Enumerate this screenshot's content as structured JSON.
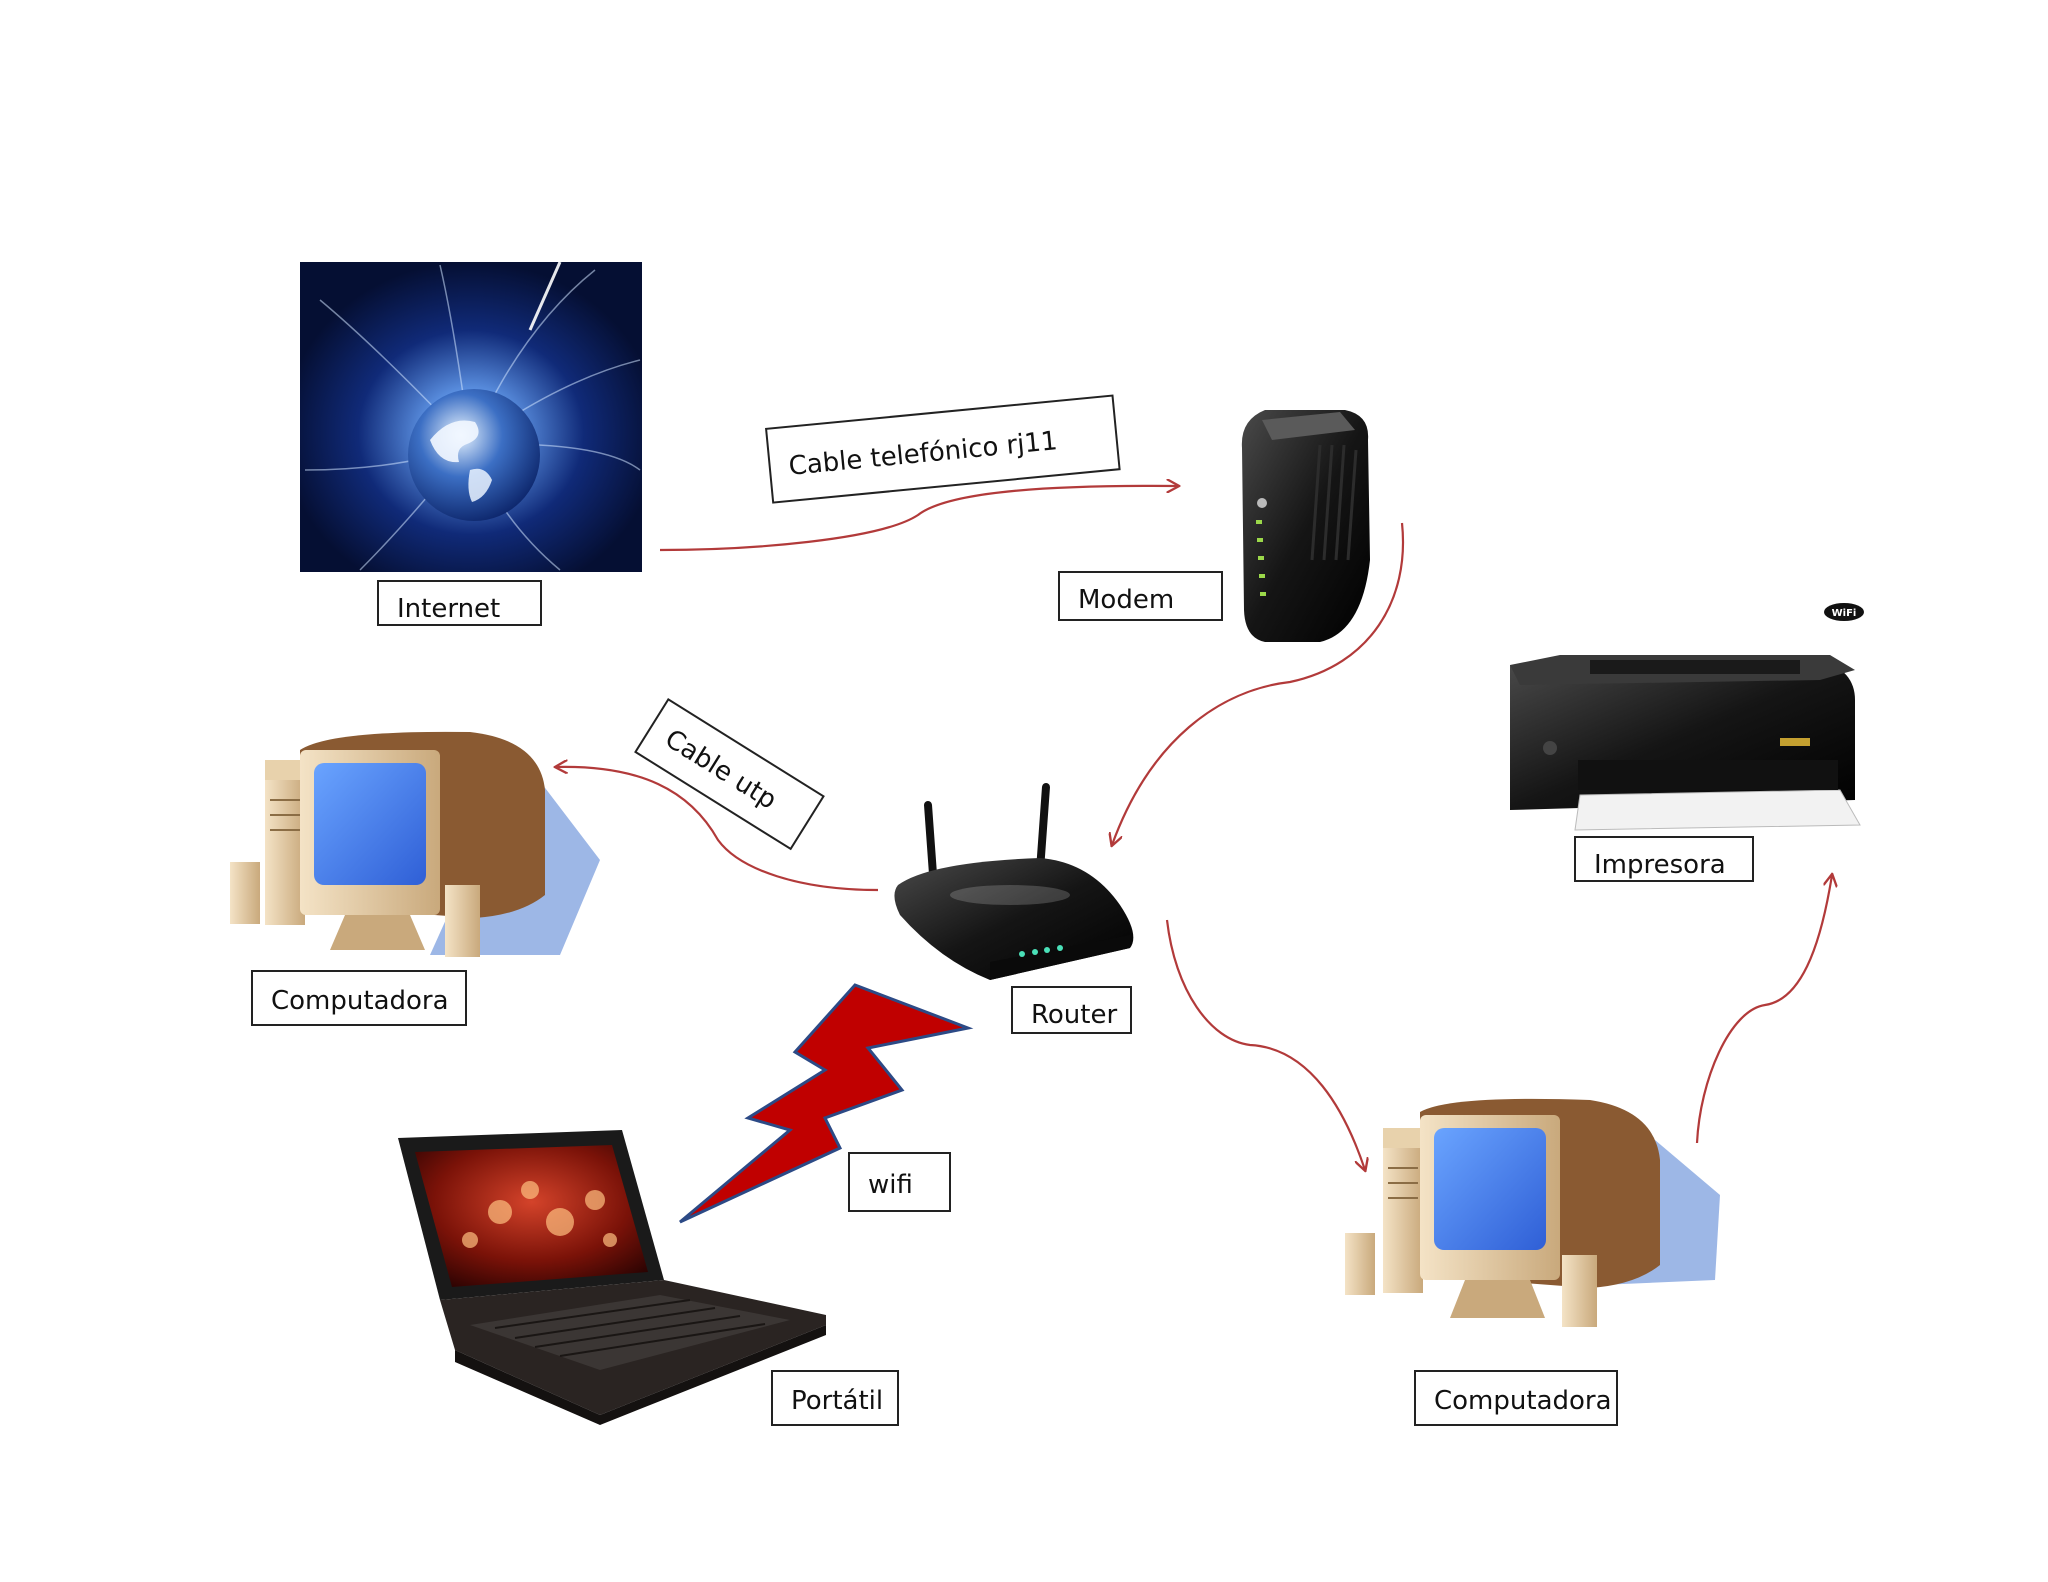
{
  "labels": {
    "internet": "Internet",
    "modem": "Modem",
    "cable_rj11": "Cable telefónico rj11",
    "cable_utp": "Cable utp",
    "computer_left": "Computadora",
    "router": "Router",
    "printer": "Impresora",
    "wifi": "wifi",
    "laptop": "Portátil",
    "computer_right": "Computadora",
    "wifi_badge": "WiFi"
  },
  "colors": {
    "arrow": "#b23a3a",
    "lightning_fill": "#c00000",
    "lightning_stroke": "#2c4a86",
    "globe_bg": "#061238",
    "monitor_screen": "#4a86f0"
  },
  "icons": [
    "globe-icon",
    "modem-icon",
    "router-icon",
    "printer-icon",
    "computer-icon",
    "laptop-icon",
    "lightning-icon",
    "wifi-badge-icon"
  ]
}
